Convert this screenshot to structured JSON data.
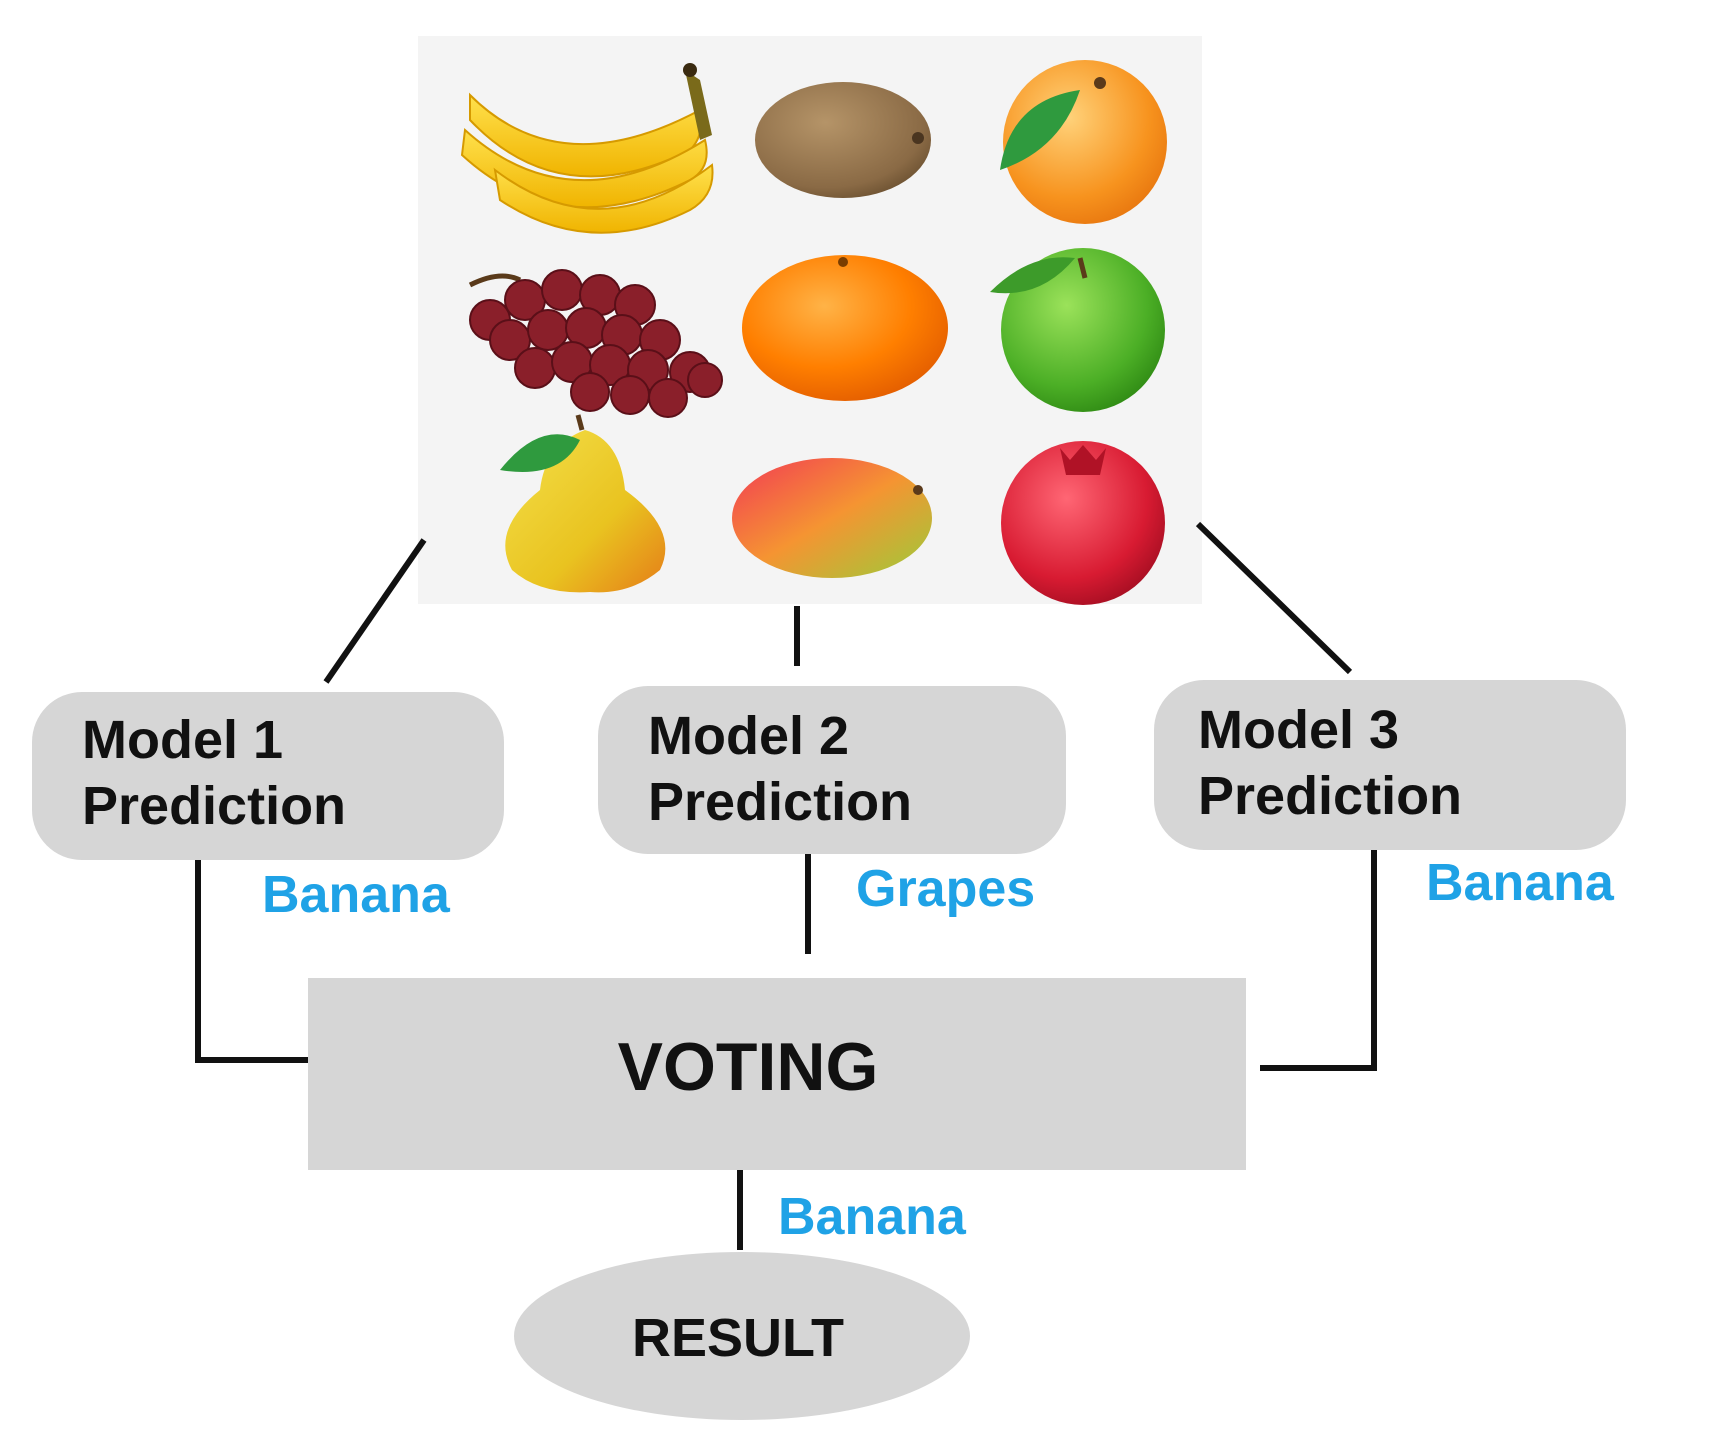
{
  "diagram": {
    "models": [
      {
        "line1": "Model 1",
        "line2": "Prediction",
        "prediction": "Banana"
      },
      {
        "line1": "Model 2",
        "line2": "Prediction",
        "prediction": "Grapes"
      },
      {
        "line1": "Model 3",
        "line2": "Prediction",
        "prediction": "Banana"
      }
    ],
    "voting_label": "VOTING",
    "voting_output": "Banana",
    "result_label": "RESULT",
    "fruit_image": {
      "items": [
        "banana-icon",
        "kiwi-icon",
        "apricot-icon",
        "grapes-icon",
        "orange-icon",
        "green-apple-icon",
        "pear-icon",
        "mango-icon",
        "pomegranate-icon"
      ]
    },
    "colors": {
      "node_fill": "#d6d6d6",
      "prediction_text": "#1fa2e6",
      "connector": "#111111"
    }
  }
}
